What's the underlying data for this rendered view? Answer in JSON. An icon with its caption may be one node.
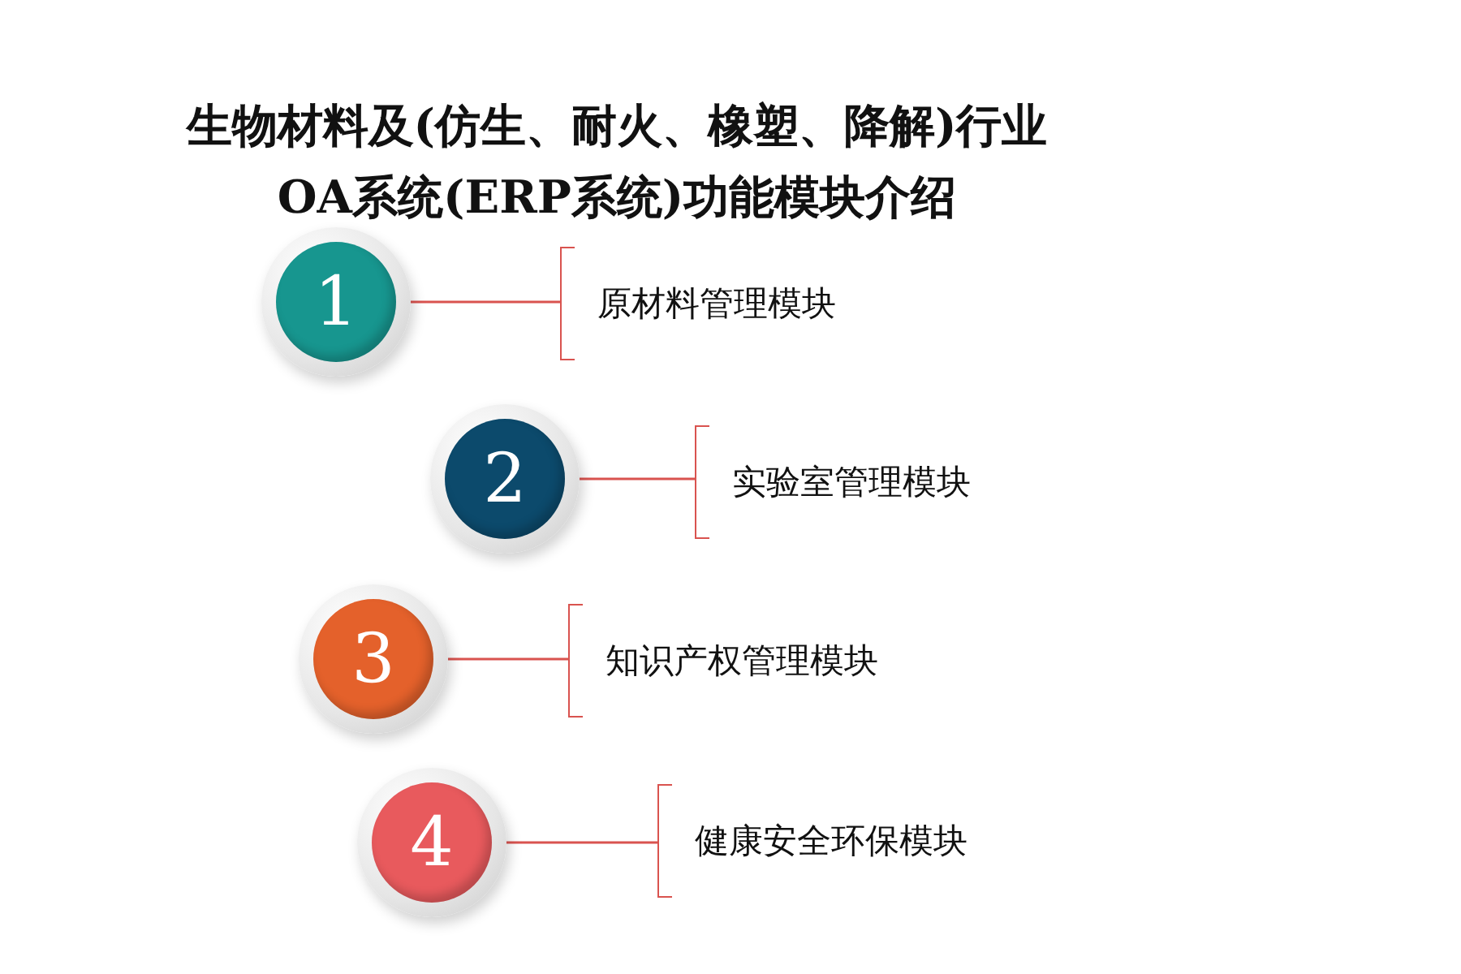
{
  "diagram": {
    "title": "生物材料及(仿生、耐火、橡塑、降解)行业OA系统(ERP系统)功能模块介绍",
    "nodes": [
      {
        "text": [
          "1"
        ]
      },
      {
        "text": [
          "原材料管理模块"
        ]
      },
      {
        "text": [
          "2"
        ]
      },
      {
        "text": [
          "实验室管理模块"
        ]
      },
      {
        "text": [
          "3"
        ]
      },
      {
        "text": [
          "知识产权管理模块"
        ]
      },
      {
        "text": [
          "4"
        ]
      },
      {
        "text": [
          "健康安全环保模块"
        ]
      }
    ],
    "edges": [
      {
        "from": 0,
        "to": 1,
        "arrow": "none"
      },
      {
        "from": 2,
        "to": 3,
        "arrow": "none"
      },
      {
        "from": 4,
        "to": 5,
        "arrow": "none"
      },
      {
        "from": 6,
        "to": 7,
        "arrow": "none"
      }
    ]
  }
}
